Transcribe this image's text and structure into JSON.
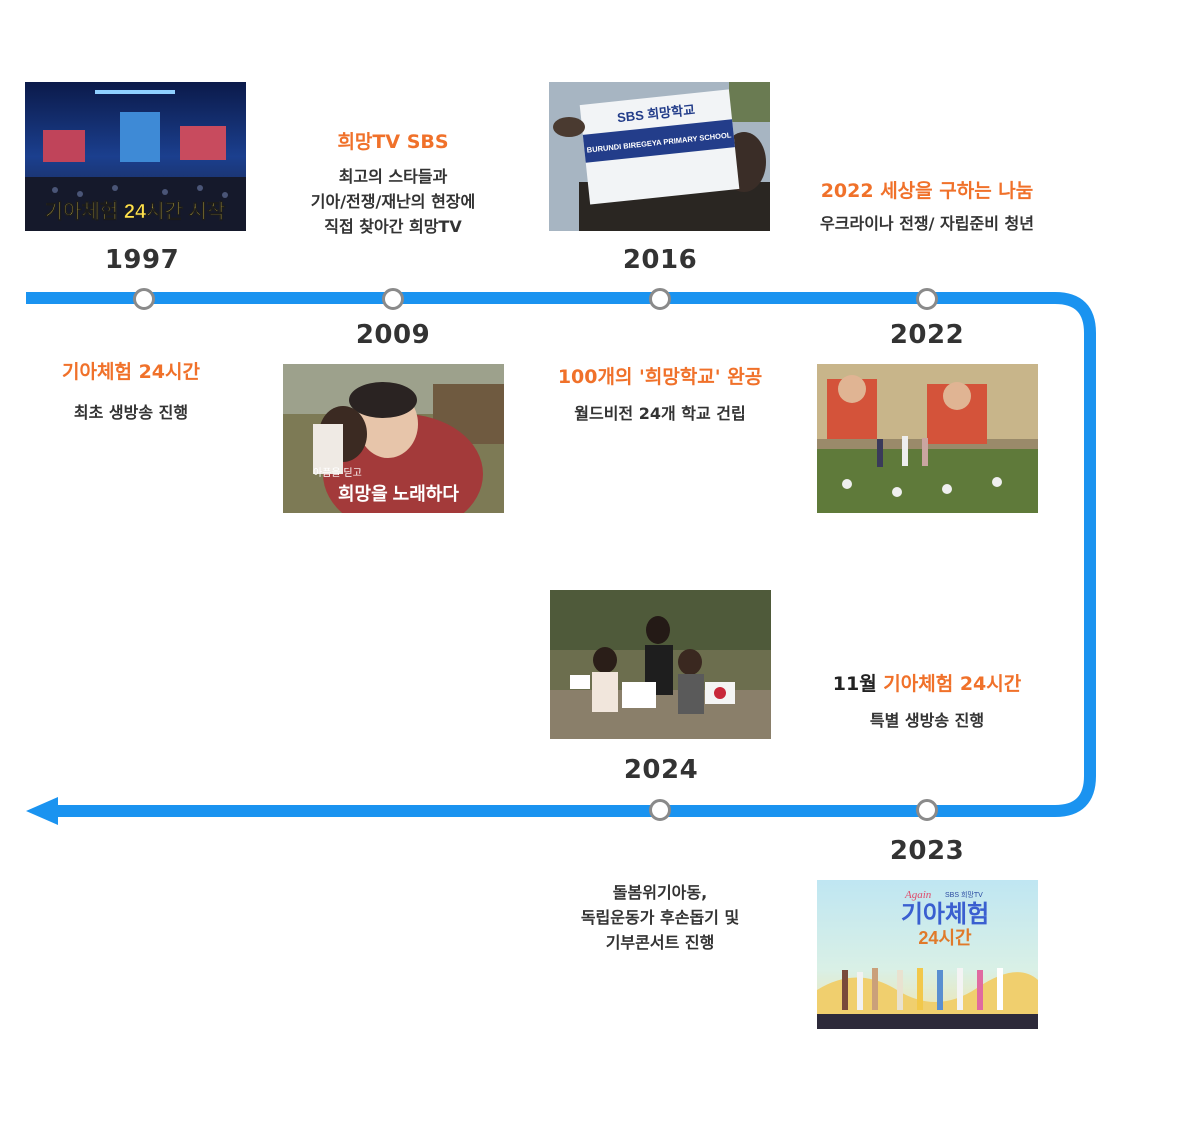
{
  "colors": {
    "line": "#1a93f0",
    "accent": "#f0712a",
    "marker_border": "#8a8a8a",
    "text": "#333333"
  },
  "events": {
    "e1997": {
      "year": "1997",
      "title": "기아체험 24시간",
      "desc": "최초 생방송 진행",
      "photo_caption": "기아체험 24시간 시작"
    },
    "e2009": {
      "year": "2009",
      "title": "희망TV SBS",
      "desc_lines": [
        "최고의 스타들과",
        "기아/전쟁/재난의 현장에",
        "직접 찾아간 희망TV"
      ],
      "photo_caption_small": "아픔을 딛고",
      "photo_caption_big": "희망을 노래하다"
    },
    "e2016": {
      "year": "2016",
      "title": "100개의 '희망학교' 완공",
      "desc": "월드비전 24개 학교 건립",
      "sign_brand": "SBS 희망학교",
      "sign_text": "BURUNDI BIREGEYA PRIMARY SCHOOL"
    },
    "e2022": {
      "year": "2022",
      "title": "2022 세상을 구하는 나눔",
      "desc": "우크라이나 전쟁/ 자립준비 청년"
    },
    "e2023": {
      "year": "2023",
      "title_prefix": "11월",
      "title": "기아체험 24시간",
      "desc": "특별 생방송 진행",
      "poster_again": "Again",
      "poster_brand": "SBS 희망TV",
      "poster_title": "기아체험",
      "poster_sub": "24시간"
    },
    "e2024": {
      "year": "2024",
      "desc_lines": [
        "돌봄위기아동,",
        "독립운동가 후손돕기 및",
        "기부콘서트 진행"
      ]
    }
  }
}
